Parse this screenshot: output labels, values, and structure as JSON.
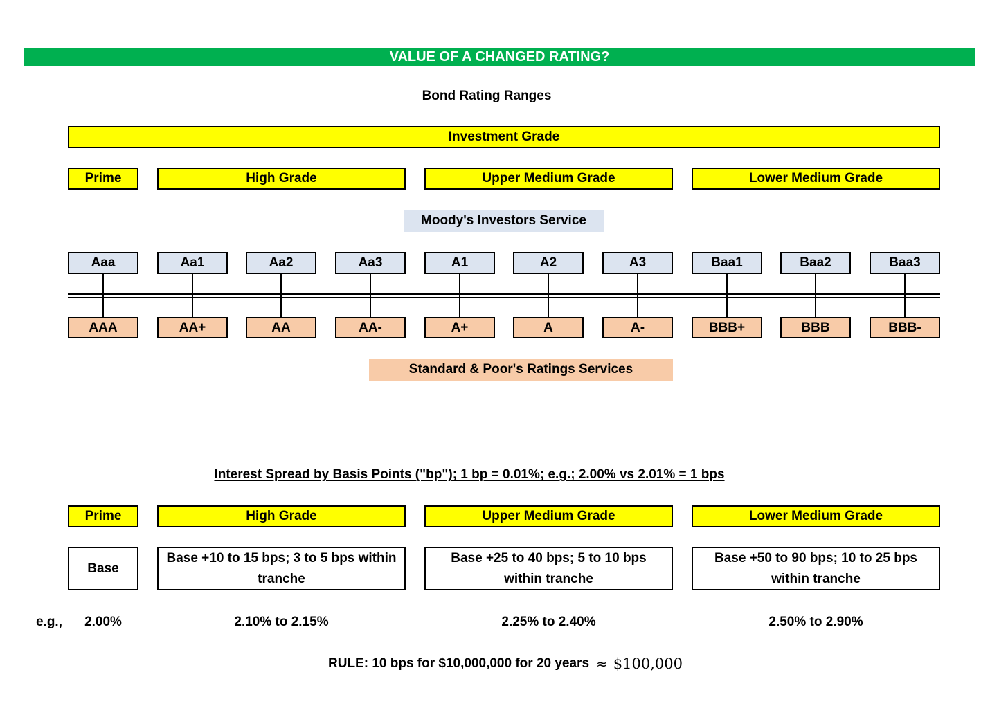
{
  "title": "VALUE OF A CHANGED RATING?",
  "ranges_heading": "Bond Rating Ranges",
  "investment_grade": "Investment Grade",
  "grades": [
    "Prime",
    "High Grade",
    "Upper Medium Grade",
    "Lower Medium Grade"
  ],
  "moodys_label": "Moody's Investors Service",
  "moodys_ratings": [
    "Aaa",
    "Aa1",
    "Aa2",
    "Aa3",
    "A1",
    "A2",
    "A3",
    "Baa1",
    "Baa2",
    "Baa3"
  ],
  "sp_ratings": [
    "AAA",
    "AA+",
    "AA",
    "AA-",
    "A+",
    "A",
    "A-",
    "BBB+",
    "BBB",
    "BBB-"
  ],
  "sp_label": "Standard & Poor's Ratings Services",
  "spread_heading": "Interest Spread by Basis Points (\"bp\"); 1 bp = 0.01%; e.g.; 2.00% vs 2.01% = 1 bps",
  "spread_grades": [
    "Prime",
    "High Grade",
    "Upper Medium Grade",
    "Lower Medium Grade"
  ],
  "spreads": [
    "Base",
    "Base +10 to 15 bps; 3 to 5 bps within tranche",
    "Base +25 to 40 bps; 5 to 10 bps within tranche",
    "Base +50 to 90 bps; 10 to 25 bps within tranche"
  ],
  "example_label": "e.g.,",
  "examples": [
    "2.00%",
    "2.10% to 2.15%",
    "2.25% to 2.40%",
    "2.50% to 2.90%"
  ],
  "rule_text": "RULE: 10 bps for $10,000,000 for 20 years",
  "rule_symbol": "≈",
  "rule_value": "$100,000",
  "colors": {
    "title_bar": "#00b050",
    "grade_fill": "#ffff00",
    "moodys_fill": "#dce4f0",
    "sp_fill": "#f8cba8"
  }
}
